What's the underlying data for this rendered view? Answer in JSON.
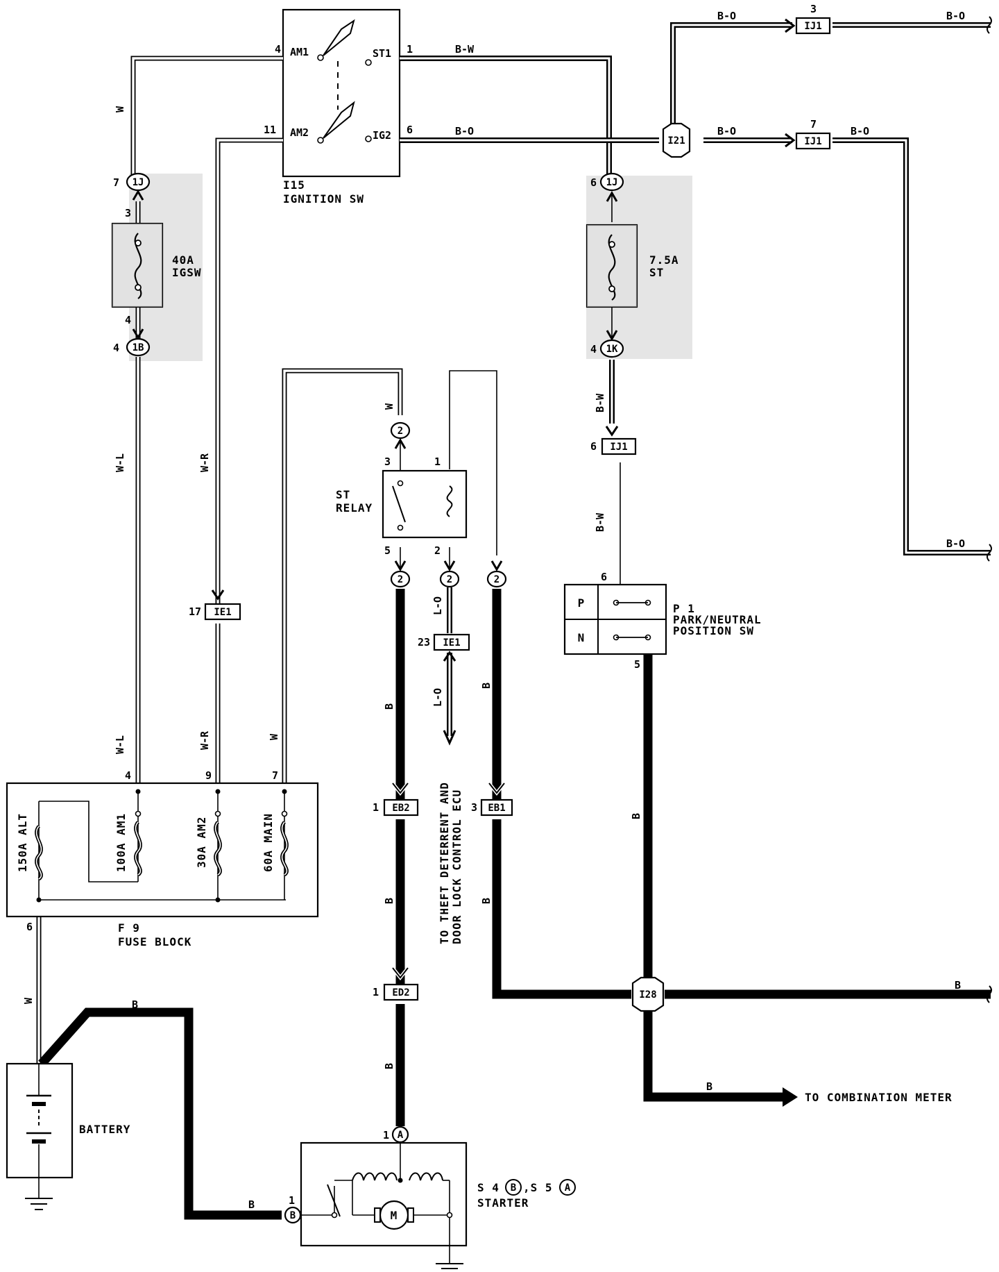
{
  "ignition_switch": {
    "id": "I15",
    "name": "IGNITION SW",
    "terminals": [
      "AM1",
      "ST1",
      "AM2",
      "IG2"
    ],
    "pins": {
      "am1": "4",
      "st1": "1",
      "am2": "11",
      "ig2": "6"
    }
  },
  "wires": {
    "w": "W",
    "bw": "B-W",
    "bo": "B-O",
    "wl": "W-L",
    "wr": "W-R",
    "b": "B",
    "lo": "L-O"
  },
  "fuses": {
    "igsw": {
      "rating": "40A",
      "name": "IGSW",
      "pin_top": "3",
      "pin_bottom": "4"
    },
    "st": {
      "rating": "7.5A",
      "name": "ST"
    }
  },
  "connectors": {
    "1j_left": {
      "label": "1J",
      "pin": "7"
    },
    "1j_right": {
      "label": "1J",
      "pin": "6"
    },
    "1b": {
      "label": "1B",
      "pin": "4"
    },
    "1k": {
      "label": "1K",
      "pin": "4"
    },
    "i21": "I21",
    "i28": "I28",
    "ij1_top": {
      "label": "IJ1",
      "pin": "3"
    },
    "ij1_mid": {
      "label": "IJ1",
      "pin": "7"
    },
    "ij1_low": {
      "label": "IJ1",
      "pin": "6"
    },
    "ie1_left": {
      "label": "IE1",
      "pin": "17"
    },
    "ie1_mid": {
      "label": "IE1",
      "pin": "23"
    },
    "eb2": {
      "label": "EB2",
      "pin": "1"
    },
    "eb1": {
      "label": "EB1",
      "pin": "3"
    },
    "ed2": {
      "label": "ED2",
      "pin": "1"
    },
    "c2": "2"
  },
  "st_relay": {
    "name_line1": "ST",
    "name_line2": "RELAY",
    "pins": {
      "p3": "3",
      "p1": "1",
      "p5": "5",
      "p2": "2"
    }
  },
  "park_neutral": {
    "id": "P 1",
    "name_line1": "PARK/NEUTRAL",
    "name_line2": "POSITION SW",
    "positions": [
      "P",
      "N"
    ],
    "pins": {
      "top": "6",
      "bottom": "5"
    }
  },
  "fuse_block": {
    "id": "F 9",
    "name": "FUSE BLOCK",
    "fuses": [
      "150A ALT",
      "100A AM1",
      "30A AM2",
      "60A MAIN"
    ],
    "pins": {
      "am1": "4",
      "am2": "9",
      "main": "7",
      "alt": "6"
    }
  },
  "battery": {
    "name": "BATTERY"
  },
  "starter": {
    "id_line": "S 4",
    "marker_b": "B",
    "mid": ",S 5",
    "marker_a": "A",
    "name": "STARTER",
    "motor": "M",
    "pins": {
      "a": "1",
      "b": "1"
    },
    "conn_a": "A",
    "conn_b": "B"
  },
  "notes": {
    "theft_line1": "TO THEFT DETERRENT AND",
    "theft_line2": "DOOR LOCK CONTROL ECU",
    "combination_meter": "TO COMBINATION METER"
  }
}
